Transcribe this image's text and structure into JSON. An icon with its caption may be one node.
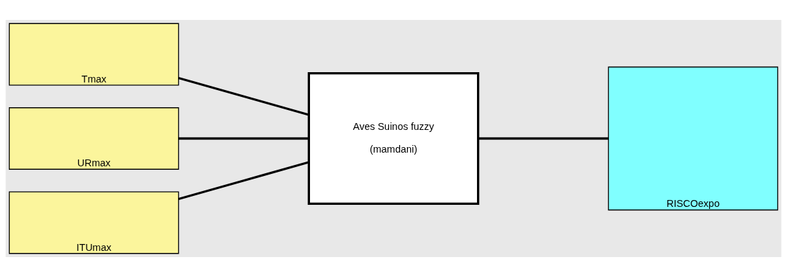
{
  "diagram": {
    "nodes": [
      {
        "text": [
          "Tmax"
        ]
      },
      {
        "text": [
          "URmax"
        ]
      },
      {
        "text": [
          "ITUmax"
        ]
      },
      {
        "text": [
          "Aves Suinos fuzzy",
          "(mamdani)"
        ]
      },
      {
        "text": [
          "RISCOexpo"
        ]
      }
    ],
    "edges": [
      {
        "from": 0,
        "to": 3,
        "arrow": "none"
      },
      {
        "from": 1,
        "to": 3,
        "arrow": "none"
      },
      {
        "from": 2,
        "to": 3,
        "arrow": "none"
      },
      {
        "from": 3,
        "to": 4,
        "arrow": "none"
      }
    ]
  }
}
